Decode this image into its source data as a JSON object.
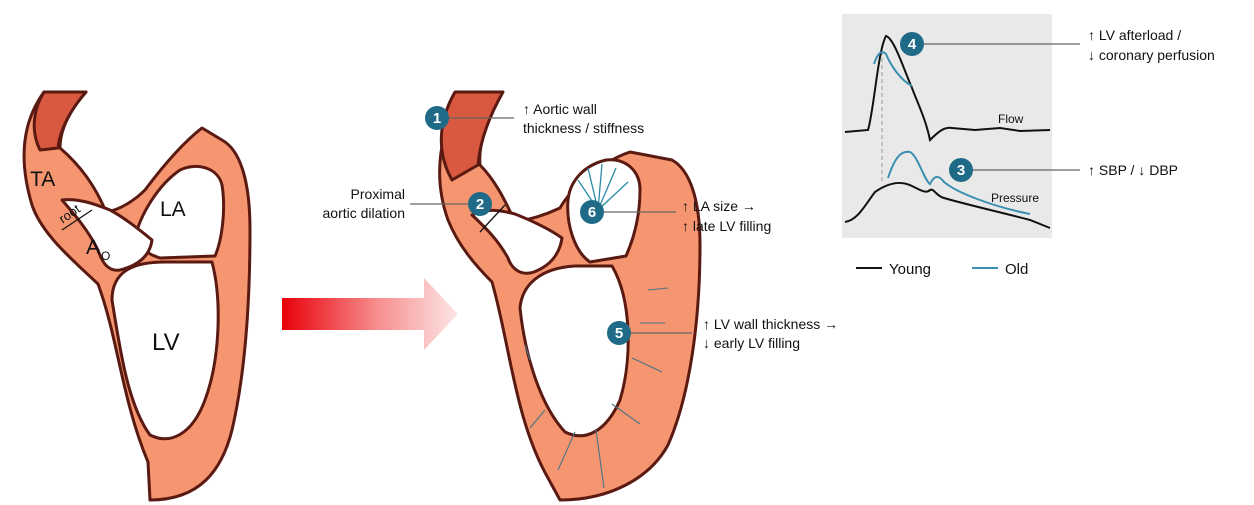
{
  "left_heart": {
    "labels": {
      "ta": "TA",
      "root": "root",
      "ao_main": "A",
      "ao_sub": "O",
      "la": "LA",
      "lv": "LV"
    }
  },
  "aging_heart": {
    "callouts": [
      {
        "num": "1",
        "line1": "↑ Aortic wall",
        "line2": "thickness / stiffness"
      },
      {
        "num": "2",
        "line1": "Proximal",
        "line2": "aortic dilation"
      },
      {
        "num": "5",
        "line1": "↑ LV wall thickness →",
        "line2": "↓ early LV filling"
      },
      {
        "num": "6",
        "line1": "↑ LA size →",
        "line2": "↑ late LV filling"
      }
    ]
  },
  "waveform_panel": {
    "flow_label": "Flow",
    "pressure_label": "Pressure",
    "callouts": [
      {
        "num": "4",
        "line1": "↑ LV afterload /",
        "line2": "↓ coronary perfusion"
      },
      {
        "num": "3",
        "line1": "↑ SBP / ↓ DBP",
        "line2": ""
      }
    ],
    "legend": [
      {
        "name": "Young",
        "color": "#111111"
      },
      {
        "name": "Old",
        "color": "#3b8fb0"
      }
    ]
  },
  "colors": {
    "badge": "#1f6a86",
    "myocardium": "#f59670",
    "aorta": "#d8593f",
    "arrow_start": "#e8000a"
  }
}
